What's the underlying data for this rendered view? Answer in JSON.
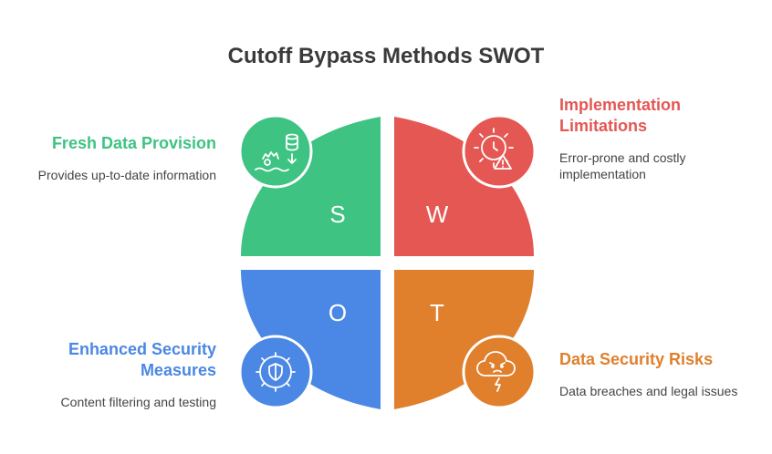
{
  "title": "Cutoff Bypass Methods SWOT",
  "colors": {
    "strengths": "#3ec383",
    "weaknesses": "#e45753",
    "opportunities": "#4b87e4",
    "threats": "#e07f2c"
  },
  "quadrants": {
    "s": {
      "letter": "S",
      "title": "Fresh Data Provision",
      "desc": "Provides up-to-date information",
      "icon": "database-download-icon"
    },
    "w": {
      "letter": "W",
      "title": "Implementation Limitations",
      "desc": "Error-prone and costly implementation",
      "icon": "gear-warning-icon"
    },
    "o": {
      "letter": "O",
      "title": "Enhanced Security Measures",
      "desc": "Content filtering and testing",
      "icon": "shield-gear-icon"
    },
    "t": {
      "letter": "T",
      "title": "Data Security Risks",
      "desc": "Data breaches and legal issues",
      "icon": "storm-cloud-icon"
    }
  }
}
